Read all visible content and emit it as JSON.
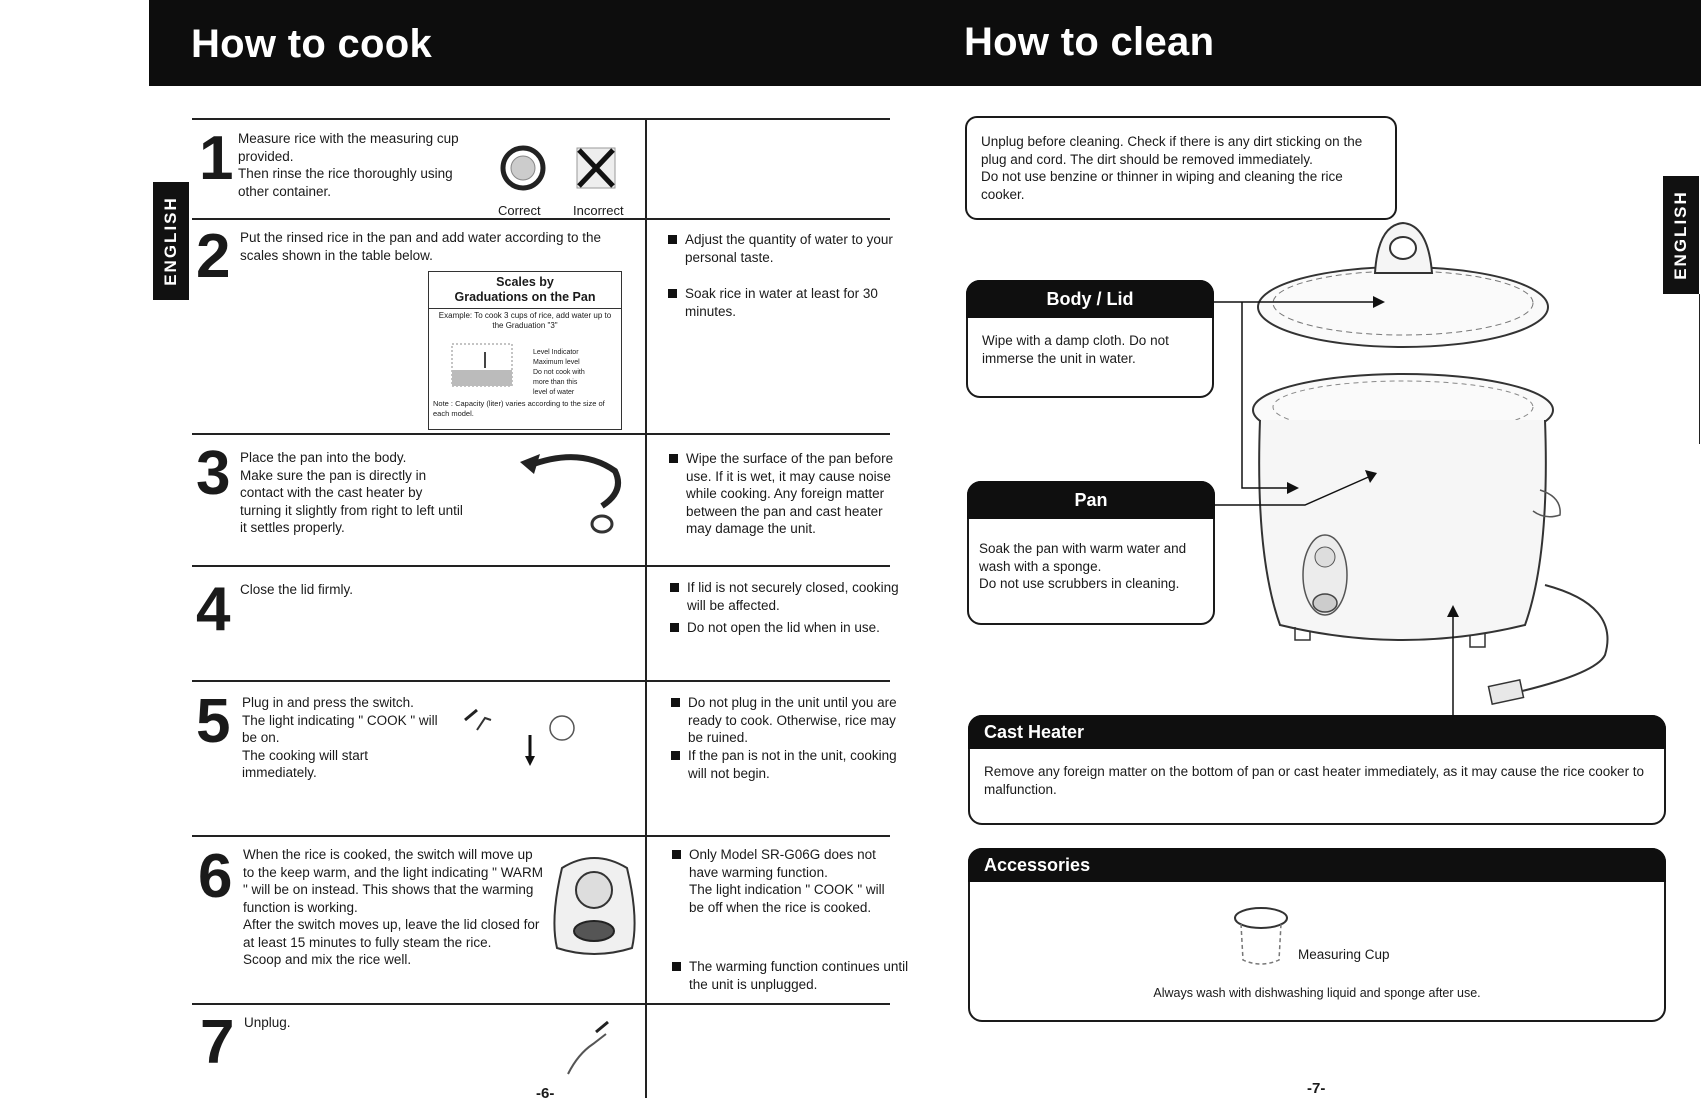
{
  "left": {
    "title": "How to cook",
    "lang_tab": "ENGLISH",
    "steps": [
      {
        "num": "1",
        "text": "Measure rice with the measuring cup provided.\nThen rinse the rice thoroughly using other container.",
        "correct": "Correct",
        "incorrect": "Incorrect",
        "notes": []
      },
      {
        "num": "2",
        "text": "Put the rinsed rice in the pan and add water according to the scales shown in the table below.",
        "scale_title": "Scales by\nGraduations on the Pan",
        "scale_example": "Example: To cook 3 cups of rice, add water up to the Graduation \"3\"",
        "scale_labels": "Level Indicator\nMaximum level\nDo not cook with\nmore than this\nlevel of water",
        "scale_note": "Note : Capacity (liter) varies according to the size of each model.",
        "notes": [
          "Adjust the quantity of water to your personal taste.",
          "Soak rice in water at least for 30 minutes."
        ]
      },
      {
        "num": "3",
        "text": "Place the pan into the body.\nMake sure the pan is directly in contact with the cast heater by turning it slightly from right to left until it settles properly.",
        "notes": [
          "Wipe the surface of the pan before use. If it is wet, it may cause noise while cooking. Any foreign matter between the pan and cast heater may damage the unit."
        ]
      },
      {
        "num": "4",
        "text": "Close the lid firmly.",
        "notes": [
          "If lid is not securely closed, cooking will be affected.",
          "Do not open the lid when in use."
        ]
      },
      {
        "num": "5",
        "text": "Plug in and press the switch.\nThe light indicating \" COOK \" will be on.\nThe cooking will start immediately.",
        "notes": [
          "Do not plug in the unit until you are ready to cook. Otherwise, rice may be ruined.",
          "If the pan is not in the unit, cooking will not begin."
        ]
      },
      {
        "num": "6",
        "text": "When the rice is cooked, the switch will move up to the keep warm, and the light indicating \" WARM \" will be on instead. This shows that the warming function is working.\nAfter the switch moves up, leave the lid closed for at least 15 minutes to fully steam the rice.\nScoop and mix the rice well.",
        "notes": [
          "Only Model SR-G06G does not have warming function.\nThe light indication \" COOK \" will be off when the rice is cooked.",
          "The warming function continues until the unit is unplugged."
        ]
      },
      {
        "num": "7",
        "text": "Unplug.",
        "notes": []
      }
    ],
    "page_number": "-6-"
  },
  "right": {
    "title": "How to clean",
    "lang_tab": "ENGLISH",
    "intro": "Unplug before cleaning. Check if there is any dirt sticking on the plug and cord. The dirt should be removed immediately.\nDo not use benzine or thinner in wiping and cleaning the rice cooker.",
    "body_lid": {
      "title": "Body / Lid",
      "text": "Wipe with a damp cloth. Do not immerse the unit in water."
    },
    "pan": {
      "title": "Pan",
      "text": "Soak the pan with warm water and wash with a sponge.\nDo not use scrubbers in cleaning."
    },
    "cast_heater": {
      "title": "Cast Heater",
      "text": "Remove any foreign matter on the bottom of pan or cast heater immediately, as it may cause the rice cooker to malfunction."
    },
    "accessories": {
      "title": "Accessories",
      "item": "Measuring Cup",
      "note": "Always wash with dishwashing liquid and sponge after use."
    },
    "page_number": "-7-"
  }
}
